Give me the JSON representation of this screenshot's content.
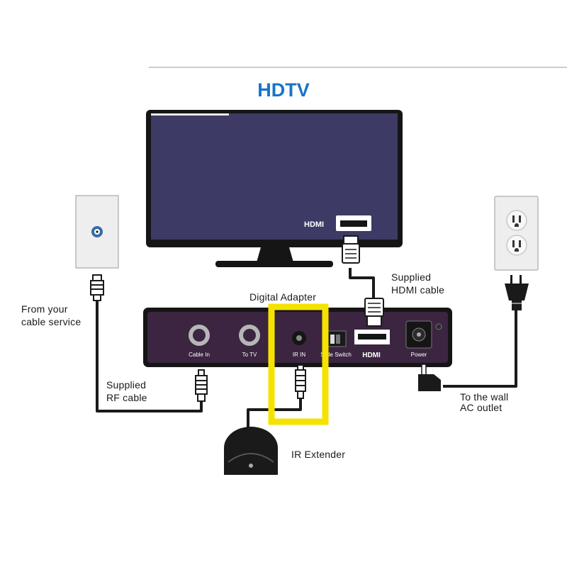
{
  "title": "HDTV",
  "colors": {
    "title": "#1874c8",
    "screen": "#3d3a66",
    "bezel": "#151515",
    "adapter_body": "#3b2540",
    "highlight": "#f4e300",
    "cable": "#1a1a1a",
    "wall_plate": "#eeeeee"
  },
  "tv": {
    "hdmi_label": "HDMI"
  },
  "adapter": {
    "name": "Digital Adapter",
    "ports": {
      "cable_in": "Cable In",
      "to_tv": "To TV",
      "ir_in": "IR IN",
      "slide_switch": "Slide Switch",
      "hdmi": "HDMI",
      "power": "Power"
    }
  },
  "labels": {
    "cable_service_line1": "From your",
    "cable_service_line2": "cable service",
    "rf_line1": "Supplied",
    "rf_line2": "RF cable",
    "hdmi_cable_line1": "Supplied",
    "hdmi_cable_line2": "HDMI cable",
    "wall_line1": "To the wall",
    "wall_line2": "AC outlet",
    "ir_extender": "IR Extender"
  },
  "icons": [
    "coax-wall-plate-icon",
    "ac-outlet-icon",
    "ac-plug-icon",
    "coax-connector-icon",
    "hdmi-connector-icon",
    "ir-extender-icon"
  ]
}
